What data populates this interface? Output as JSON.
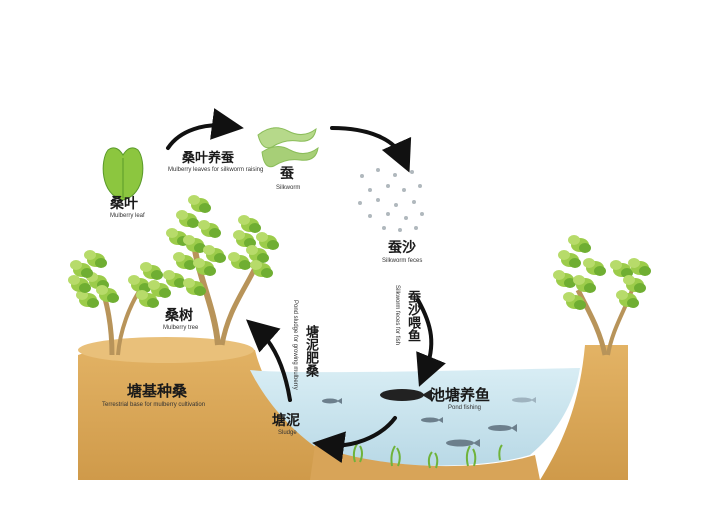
{
  "labels": {
    "mulberry_leaf_zh": "桑叶",
    "mulberry_leaf_en": "Mulberry leaf",
    "leaves_for_silkworm_zh": "桑叶养蚕",
    "leaves_for_silkworm_en": "Mulberry leaves for silkworm raising",
    "silkworm_zh": "蚕",
    "silkworm_en": "Silkworm",
    "silkworm_feces_zh": "蚕沙",
    "silkworm_feces_en": "Silkworm feces",
    "feces_for_fish_zh": "蚕沙喂鱼",
    "feces_for_fish_en": "Silkworm feces for fish",
    "mulberry_tree_zh": "桑树",
    "mulberry_tree_en": "Mulberry tree",
    "sludge_for_mulberry_zh": "塘泥肥桑",
    "sludge_for_mulberry_en": "Pond sludge for growing mulberry",
    "base_zh": "塘基种桑",
    "base_en": "Terrestrial base for mulberry cultivation",
    "sludge_zh": "塘泥",
    "sludge_en": "Sludge",
    "pond_fishing_zh": "池塘养鱼",
    "pond_fishing_en": "Pond fishing"
  },
  "colors": {
    "soil": "#d9a85a",
    "soil_top": "#e8bc6e",
    "water": "#cfe6ef",
    "leaf": "#8cc63f",
    "leaf_dark": "#5a9a2a",
    "trunk": "#b8945a",
    "arrow": "#111111",
    "fish": "#6c7f8c"
  }
}
